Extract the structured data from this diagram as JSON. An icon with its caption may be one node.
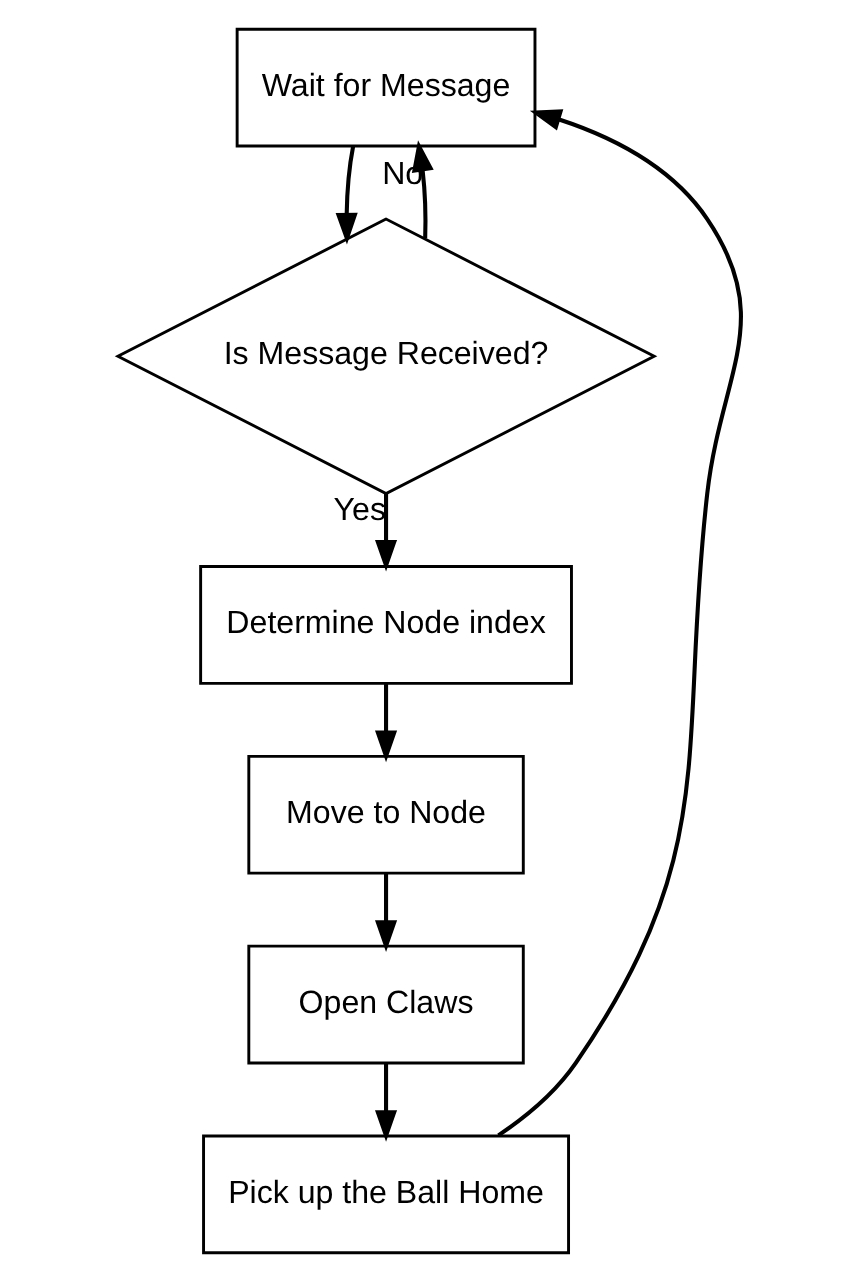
{
  "diagram": {
    "nodes": [
      {
        "text": [
          "Wait for Message"
        ]
      },
      {
        "text": [
          "Is Message Received?"
        ]
      },
      {
        "text": [
          "Determine Node index"
        ]
      },
      {
        "text": [
          "Move to Node"
        ]
      },
      {
        "text": [
          "Open Claws"
        ]
      },
      {
        "text": [
          "Pick up the Ball Home"
        ]
      }
    ],
    "edges": [
      {
        "from": 0,
        "to": 1,
        "arrow": "to"
      },
      {
        "from": 1,
        "to": 0,
        "arrow": "to",
        "label": "No"
      },
      {
        "from": 1,
        "to": 2,
        "arrow": "to",
        "label": "Yes"
      },
      {
        "from": 2,
        "to": 3,
        "arrow": "to"
      },
      {
        "from": 3,
        "to": 4,
        "arrow": "to"
      },
      {
        "from": 4,
        "to": 5,
        "arrow": "to"
      },
      {
        "from": 5,
        "to": 0,
        "arrow": "to"
      }
    ]
  }
}
